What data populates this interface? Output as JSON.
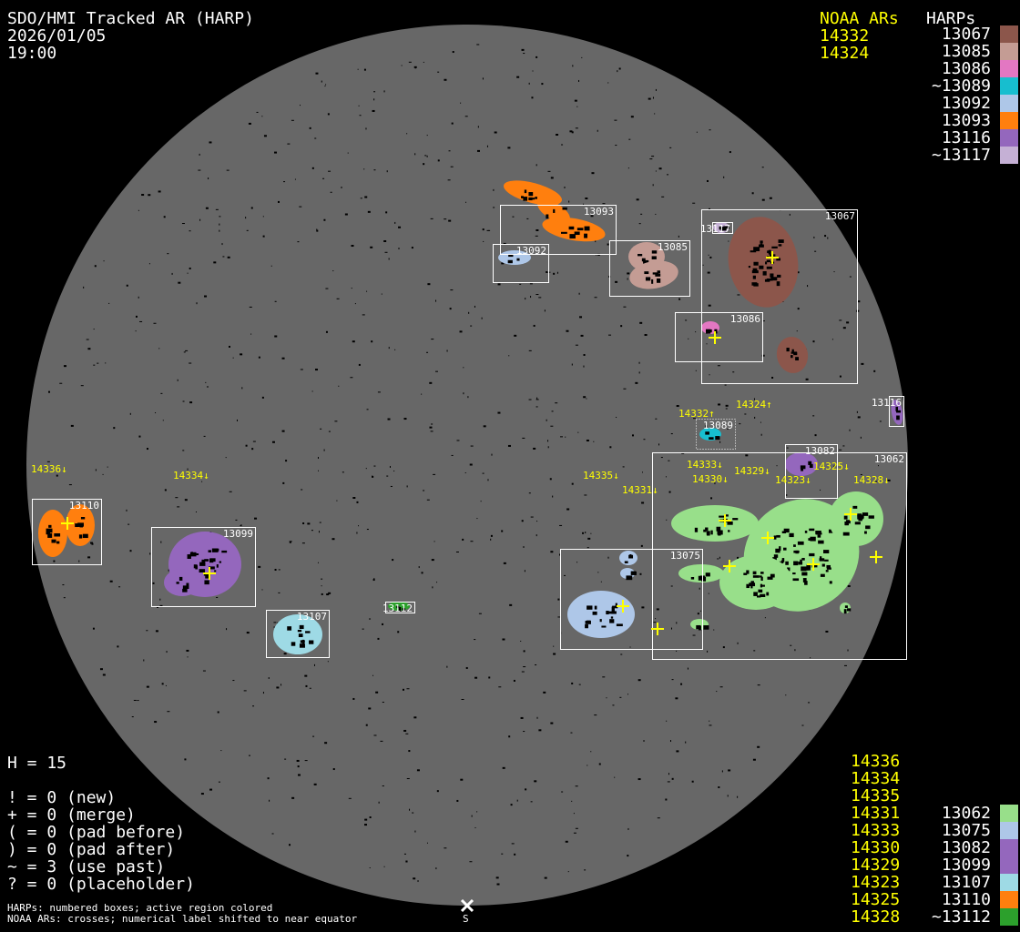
{
  "header": {
    "title": "SDO/HMI Tracked AR (HARP)",
    "date": "2026/01/05",
    "time": "19:00"
  },
  "legend_top": {
    "noaa_title": "NOAA ARs",
    "harps_title": "HARPs",
    "noaa": [
      "14332",
      "14324"
    ],
    "harps": [
      {
        "label": "13067",
        "color": "#8c564b"
      },
      {
        "label": "13085",
        "color": "#c49c94"
      },
      {
        "label": "13086",
        "color": "#e377c2"
      },
      {
        "label": "~13089",
        "color": "#17becf"
      },
      {
        "label": "13092",
        "color": "#aec7e8"
      },
      {
        "label": "13093",
        "color": "#ff7f0e"
      },
      {
        "label": "13116",
        "color": "#9467bd"
      },
      {
        "label": "~13117",
        "color": "#c5b0d5"
      }
    ]
  },
  "legend_bottom": {
    "noaa": [
      "14336",
      "14334",
      "14335",
      "14331",
      "14333",
      "14330",
      "14329",
      "14323",
      "14325",
      "14328"
    ],
    "harps": [
      {
        "label": "13062",
        "color": "#98df8a"
      },
      {
        "label": "13075",
        "color": "#aec7e8"
      },
      {
        "label": "13082",
        "color": "#9467bd"
      },
      {
        "label": "13099",
        "color": "#9467bd"
      },
      {
        "label": "13107",
        "color": "#9edae5"
      },
      {
        "label": "13110",
        "color": "#ff7f0e"
      },
      {
        "label": "~13112",
        "color": "#2ca02c"
      }
    ]
  },
  "stats": {
    "h": "H = 15",
    "lines": [
      "! = 0 (new)",
      "+ = 0 (merge)",
      "( = 0 (pad before)",
      ") = 0 (pad after)",
      "~ = 3 (use past)",
      "? = 0 (placeholder)"
    ]
  },
  "footnote": [
    "HARPs: numbered boxes; active region colored",
    "NOAA ARs: crosses; numerical label shifted to near equator"
  ],
  "south_marker": "S",
  "harp_boxes": [
    {
      "id": "13093",
      "color": "#ff7f0e"
    },
    {
      "id": "13092",
      "color": "#aec7e8"
    },
    {
      "id": "13085",
      "color": "#c49c94"
    },
    {
      "id": "13067",
      "color": "#8c564b"
    },
    {
      "id": "13117",
      "color": "#c5b0d5"
    },
    {
      "id": "13086",
      "color": "#e377c2"
    },
    {
      "id": "13116",
      "color": "#9467bd"
    },
    {
      "id": "13089",
      "color": "#17becf"
    },
    {
      "id": "13082",
      "color": "#9467bd"
    },
    {
      "id": "13062",
      "color": "#98df8a"
    },
    {
      "id": "13075",
      "color": "#aec7e8"
    },
    {
      "id": "13110",
      "color": "#ff7f0e"
    },
    {
      "id": "13099",
      "color": "#9467bd"
    },
    {
      "id": "13107",
      "color": "#9edae5"
    },
    {
      "id": "13112",
      "color": "#2ca02c"
    }
  ],
  "noaa_labels": [
    "14332↑",
    "14324↑",
    "14336↓",
    "14334↓",
    "14335↓",
    "14331↓",
    "14333↓",
    "14330↓",
    "14329↓",
    "14323↓",
    "14325↓",
    "14328↓"
  ]
}
